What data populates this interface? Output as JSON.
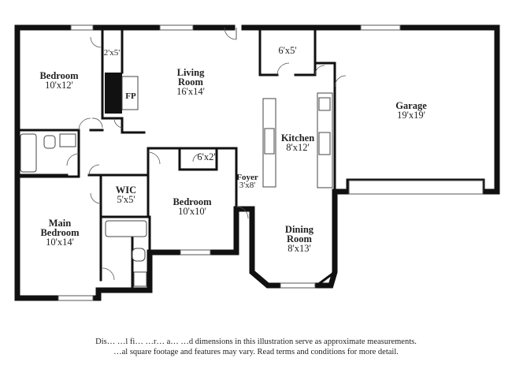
{
  "rooms": [
    {
      "id": "bedroom-1",
      "name": "Bedroom",
      "dims": "10'x12'"
    },
    {
      "id": "closet-1",
      "name": "",
      "dims": "2'x5'"
    },
    {
      "id": "fireplace",
      "name": "FP",
      "dims": ""
    },
    {
      "id": "living-room",
      "name": "Living\nRoom",
      "dims": "16'x14'"
    },
    {
      "id": "closet-2",
      "name": "",
      "dims": "6'x5'"
    },
    {
      "id": "garage",
      "name": "Garage",
      "dims": "19'x19'"
    },
    {
      "id": "kitchen",
      "name": "Kitchen",
      "dims": "8'x12'"
    },
    {
      "id": "closet-3",
      "name": "",
      "dims": "6'x2'"
    },
    {
      "id": "foyer",
      "name": "Foyer",
      "dims": "3'x8'"
    },
    {
      "id": "wic",
      "name": "WIC",
      "dims": "5'x5'"
    },
    {
      "id": "bedroom-2",
      "name": "Bedroom",
      "dims": "10'x10'"
    },
    {
      "id": "main-bedroom",
      "name": "Main\nBedroom",
      "dims": "10'x14'"
    },
    {
      "id": "dining-room",
      "name": "Dining\nRoom",
      "dims": "8'x13'"
    }
  ],
  "disclaimer": {
    "line1": "Dis…  …l fi… …r… a… …d dimensions in this illustration serve as approximate measurements.",
    "line2": "…al square footage and features may vary. Read terms and conditions for more detail."
  }
}
